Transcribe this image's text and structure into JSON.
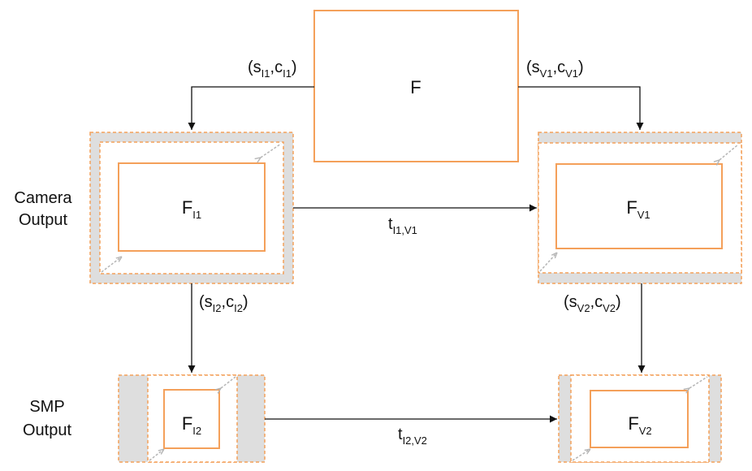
{
  "colors": {
    "frame": "#f4a05a",
    "padding": "#dedede",
    "arrow": "#111111",
    "inner_arrow": "#b5b5b5"
  },
  "row_labels": {
    "camera": [
      "Camera",
      "Output"
    ],
    "smp": [
      "SMP",
      "Output"
    ]
  },
  "frames": {
    "F": {
      "base": "F",
      "sub": ""
    },
    "FI1": {
      "base": "F",
      "sub": "I1"
    },
    "FV1": {
      "base": "F",
      "sub": "V1"
    },
    "FI2": {
      "base": "F",
      "sub": "I2"
    },
    "FV2": {
      "base": "F",
      "sub": "V2"
    }
  },
  "edges": {
    "F_to_I1": {
      "s": "I1",
      "c": "I1"
    },
    "F_to_V1": {
      "s": "V1",
      "c": "V1"
    },
    "I1_to_I2": {
      "s": "I2",
      "c": "I2"
    },
    "V1_to_V2": {
      "s": "V2",
      "c": "V2"
    },
    "I1_to_V1": {
      "base": "t",
      "sub": "I1,V1"
    },
    "I2_to_V2": {
      "base": "t",
      "sub": "I2,V2"
    }
  }
}
